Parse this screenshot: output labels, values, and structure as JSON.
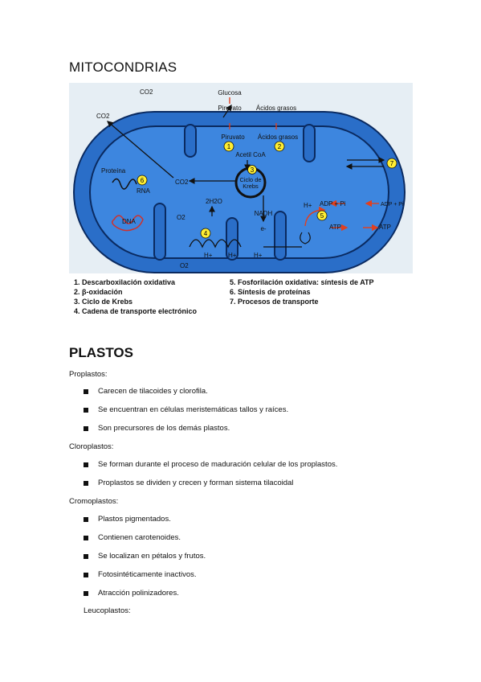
{
  "mitochondria": {
    "title": "MITOCONDRIAS",
    "diagram": {
      "labels": {
        "co2_top": "CO2",
        "co2_left": "CO2",
        "glucosa": "Glucosa",
        "piruvato_outer": "Piruvato",
        "acidos_outer": "Ácidos grasos",
        "piruvato_inner": "Piruvato",
        "acidos_inner": "Ácidos grasos",
        "acetil": "Acetil CoA",
        "ciclo1": "Ciclo de",
        "ciclo2": "Krebs",
        "co2_center": "CO2",
        "proteina": "Proteína",
        "rna": "RNA",
        "dna": "DNA",
        "two_h2o": "2H2O",
        "o2_inner": "O2",
        "o2_outer": "O2",
        "nadh": "NADH",
        "e": "e-",
        "hplus_a": "H+",
        "hplus_b": "H+",
        "hplus_c": "H+",
        "hplus_d": "H+",
        "adp_in": "ADP + Pi",
        "adp_out": "ADP + Pi",
        "atp_in": "ATP",
        "atp_out": "ATP"
      },
      "markers": [
        "1",
        "2",
        "3",
        "4",
        "5",
        "6",
        "7"
      ],
      "legend": [
        "1.   Descarboxilación oxidativa",
        "2.   β-oxidación",
        "3.   Ciclo de Krebs",
        "4.   Cadena de transporte electrónico",
        "5.   Fosforilación oxidativa: síntesis de ATP",
        "6.   Síntesis de proteínas",
        "7.   Procesos de transporte"
      ],
      "colors": {
        "outer": "#2a6ec8",
        "inner": "#3d86df",
        "background": "#ddeaf3",
        "marker": "#ffee33"
      }
    }
  },
  "plastos": {
    "title": "PLASTOS",
    "groups": [
      {
        "label": "Proplastos:",
        "items": [
          "Carecen de tilacoides y clorofila.",
          "Se encuentran en células meristemáticas tallos y raíces.",
          "Son precursores de los demás plastos."
        ]
      },
      {
        "label": "Cloroplastos:",
        "items": [
          "Se forman durante el proceso de maduración celular de los proplastos.",
          "Proplastos se dividen y crecen y forman sistema tilacoidal"
        ]
      },
      {
        "label": "Cromoplastos:",
        "items": [
          "Plastos pigmentados.",
          "Contienen carotenoides.",
          "Se localizan en pétalos y frutos.",
          "Fotosintéticamente inactivos.",
          "Atracción polinizadores."
        ]
      },
      {
        "label": "Leucoplastos:",
        "items": []
      }
    ]
  }
}
